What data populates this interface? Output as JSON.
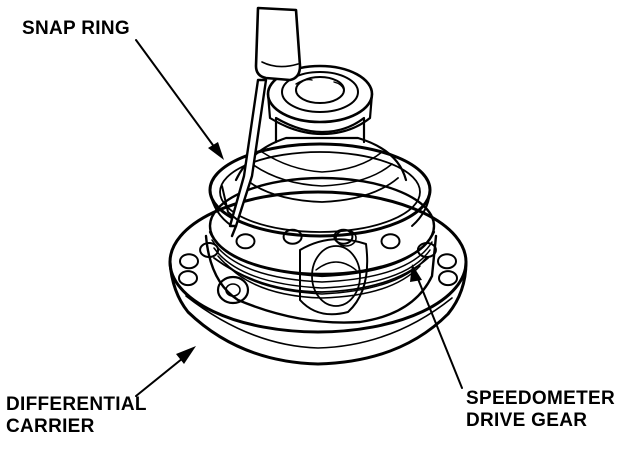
{
  "labels": {
    "snap_ring": "SNAP RING",
    "differential_carrier_line1": "DIFFERENTIAL",
    "differential_carrier_line2": "CARRIER",
    "speedometer_gear_line1": "SPEEDOMETER",
    "speedometer_gear_line2": "DRIVE GEAR"
  },
  "colors": {
    "ink": "#000000",
    "paper": "#ffffff"
  },
  "flange_bolt_hole_count": 10
}
